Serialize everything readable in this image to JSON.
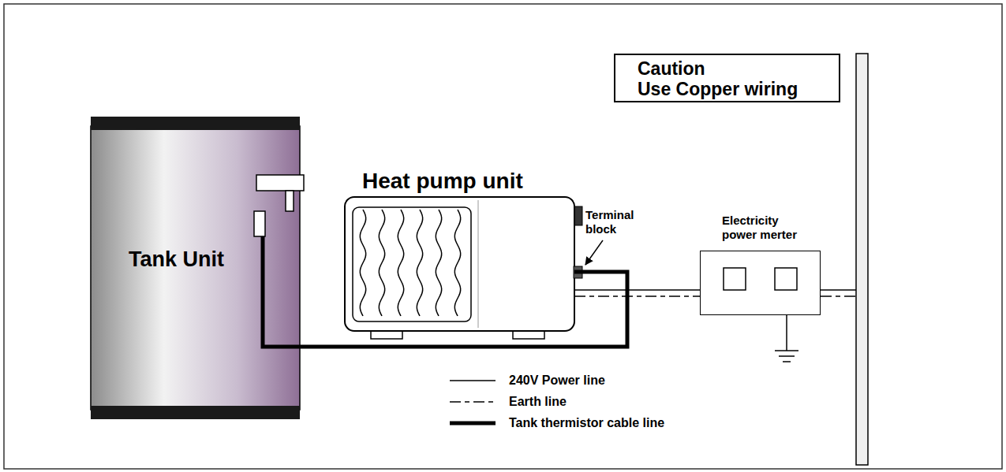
{
  "diagram": {
    "nodes": [
      {
        "text": [
          "Tank Unit"
        ]
      },
      {
        "text": [
          "Heat pump unit"
        ]
      },
      {
        "text": [
          "Electricity power merter"
        ]
      },
      {
        "text": [
          "Caution",
          "Use Copper wiring"
        ]
      }
    ],
    "edges": [
      {
        "from": 0,
        "to": 1,
        "arrow": "none"
      },
      {
        "from": 1,
        "to": 2,
        "arrow": "none"
      },
      {
        "from": 1,
        "to": 2,
        "arrow": "none"
      }
    ],
    "labels": [
      "Terminal block"
    ],
    "legend": [
      {
        "text": "240V Power line"
      },
      {
        "text": "Earth line"
      },
      {
        "text": "Tank thermistor cable line"
      }
    ]
  }
}
